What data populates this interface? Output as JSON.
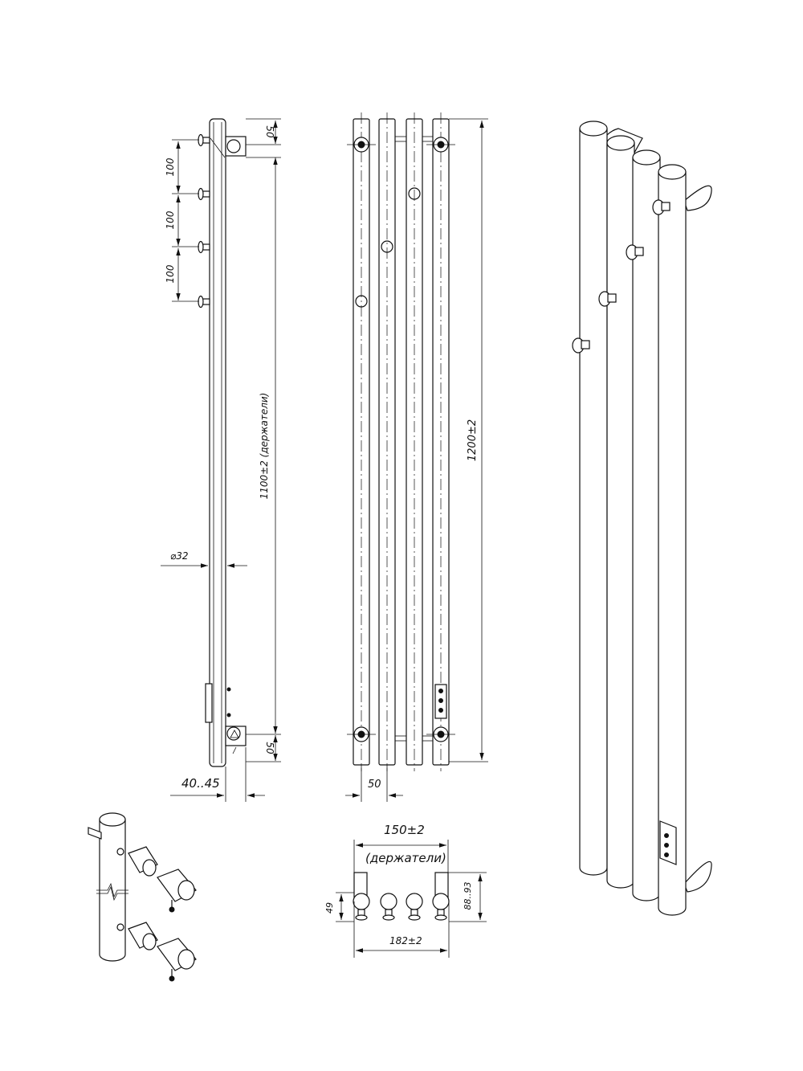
{
  "labels": {
    "dim_side_top": "50",
    "dim_side_bottom": "50",
    "dim_pitch_1": "100",
    "dim_pitch_2": "100",
    "dim_pitch_3": "100",
    "dim_holders_height": "1100±2 (держатели)",
    "dim_diameter": "⌀32",
    "dim_wall_offset": "40..45",
    "dim_total_height": "1200±2",
    "dim_tube_pitch": "50",
    "dim_holder_spacing": "150±2",
    "dim_holder_spacing_note": "(держатели)",
    "dim_total_width": "182±2",
    "dim_depth_min": "49",
    "dim_depth_max": "88..93"
  }
}
